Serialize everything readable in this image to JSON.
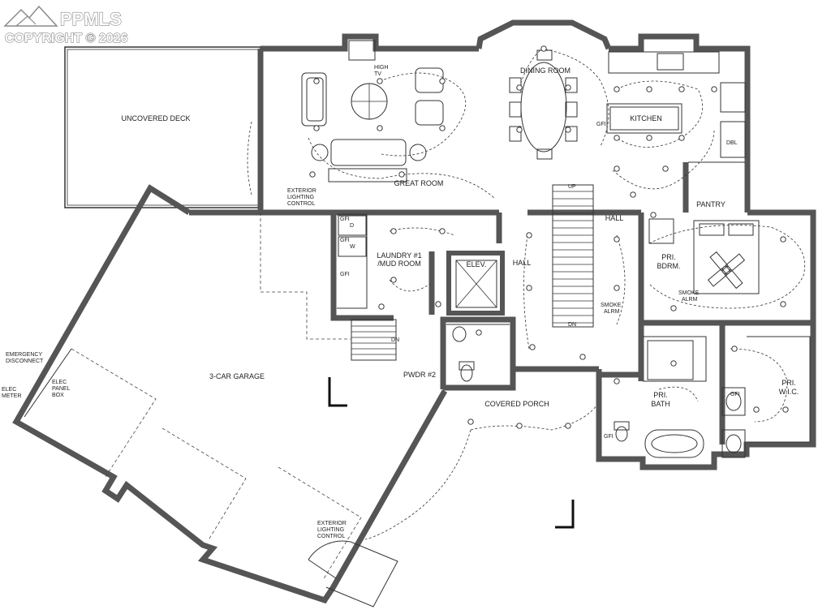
{
  "watermark": {
    "brand": "PPMLS",
    "copyright": "COPYRIGHT © 2026"
  },
  "rooms": {
    "uncovered_deck": "UNCOVERED DECK",
    "great_room": "GREAT ROOM",
    "dining_room": "DINING ROOM",
    "kitchen": "KITCHEN",
    "pantry": "PANTRY",
    "hall_upper": "HALL",
    "hall_lower": "HALL",
    "laundry_1": "LAUNDRY #1",
    "laundry_2": "/MUD ROOM",
    "elevator": "ELEV.",
    "pri_bedroom_1": "PRI.",
    "pri_bedroom_2": "BDRM.",
    "pri_bath_1": "PRI.",
    "pri_bath_2": "BATH",
    "pri_wic_1": "PRI.",
    "pri_wic_2": "W.I.C.",
    "powder": "PWDR #2",
    "covered_porch": "COVERED PORCH",
    "garage": "3-CAR GARAGE"
  },
  "annotations": {
    "high_tv_1": "HIGH",
    "high_tv_2": "TV",
    "ext_light_a1": "EXTERIOR",
    "ext_light_a2": "LIGHTING",
    "ext_light_a3": "CONTROL",
    "ext_light_b1": "EXTERIOR",
    "ext_light_b2": "LIGHTING",
    "ext_light_b3": "CONTROL",
    "emergency_1": "EMERGENCY",
    "emergency_2": "DISCONNECT",
    "elec_meter_1": "ELEC",
    "elec_meter_2": "METER",
    "elec_panel_1": "ELEC",
    "elec_panel_2": "PANEL",
    "elec_panel_3": "BOX",
    "smoke_alarm_hall_1": "SMOKE",
    "smoke_alarm_hall_2": "ALRM",
    "smoke_alarm_bdrm_1": "SMOKE",
    "smoke_alarm_bdrm_2": "ALRM",
    "stair_up": "UP",
    "stair_dn": "DN",
    "garage_dn": "DN",
    "gfi": "GFI",
    "dbl_oven": "DBL",
    "dryer": "D",
    "washer": "W"
  }
}
